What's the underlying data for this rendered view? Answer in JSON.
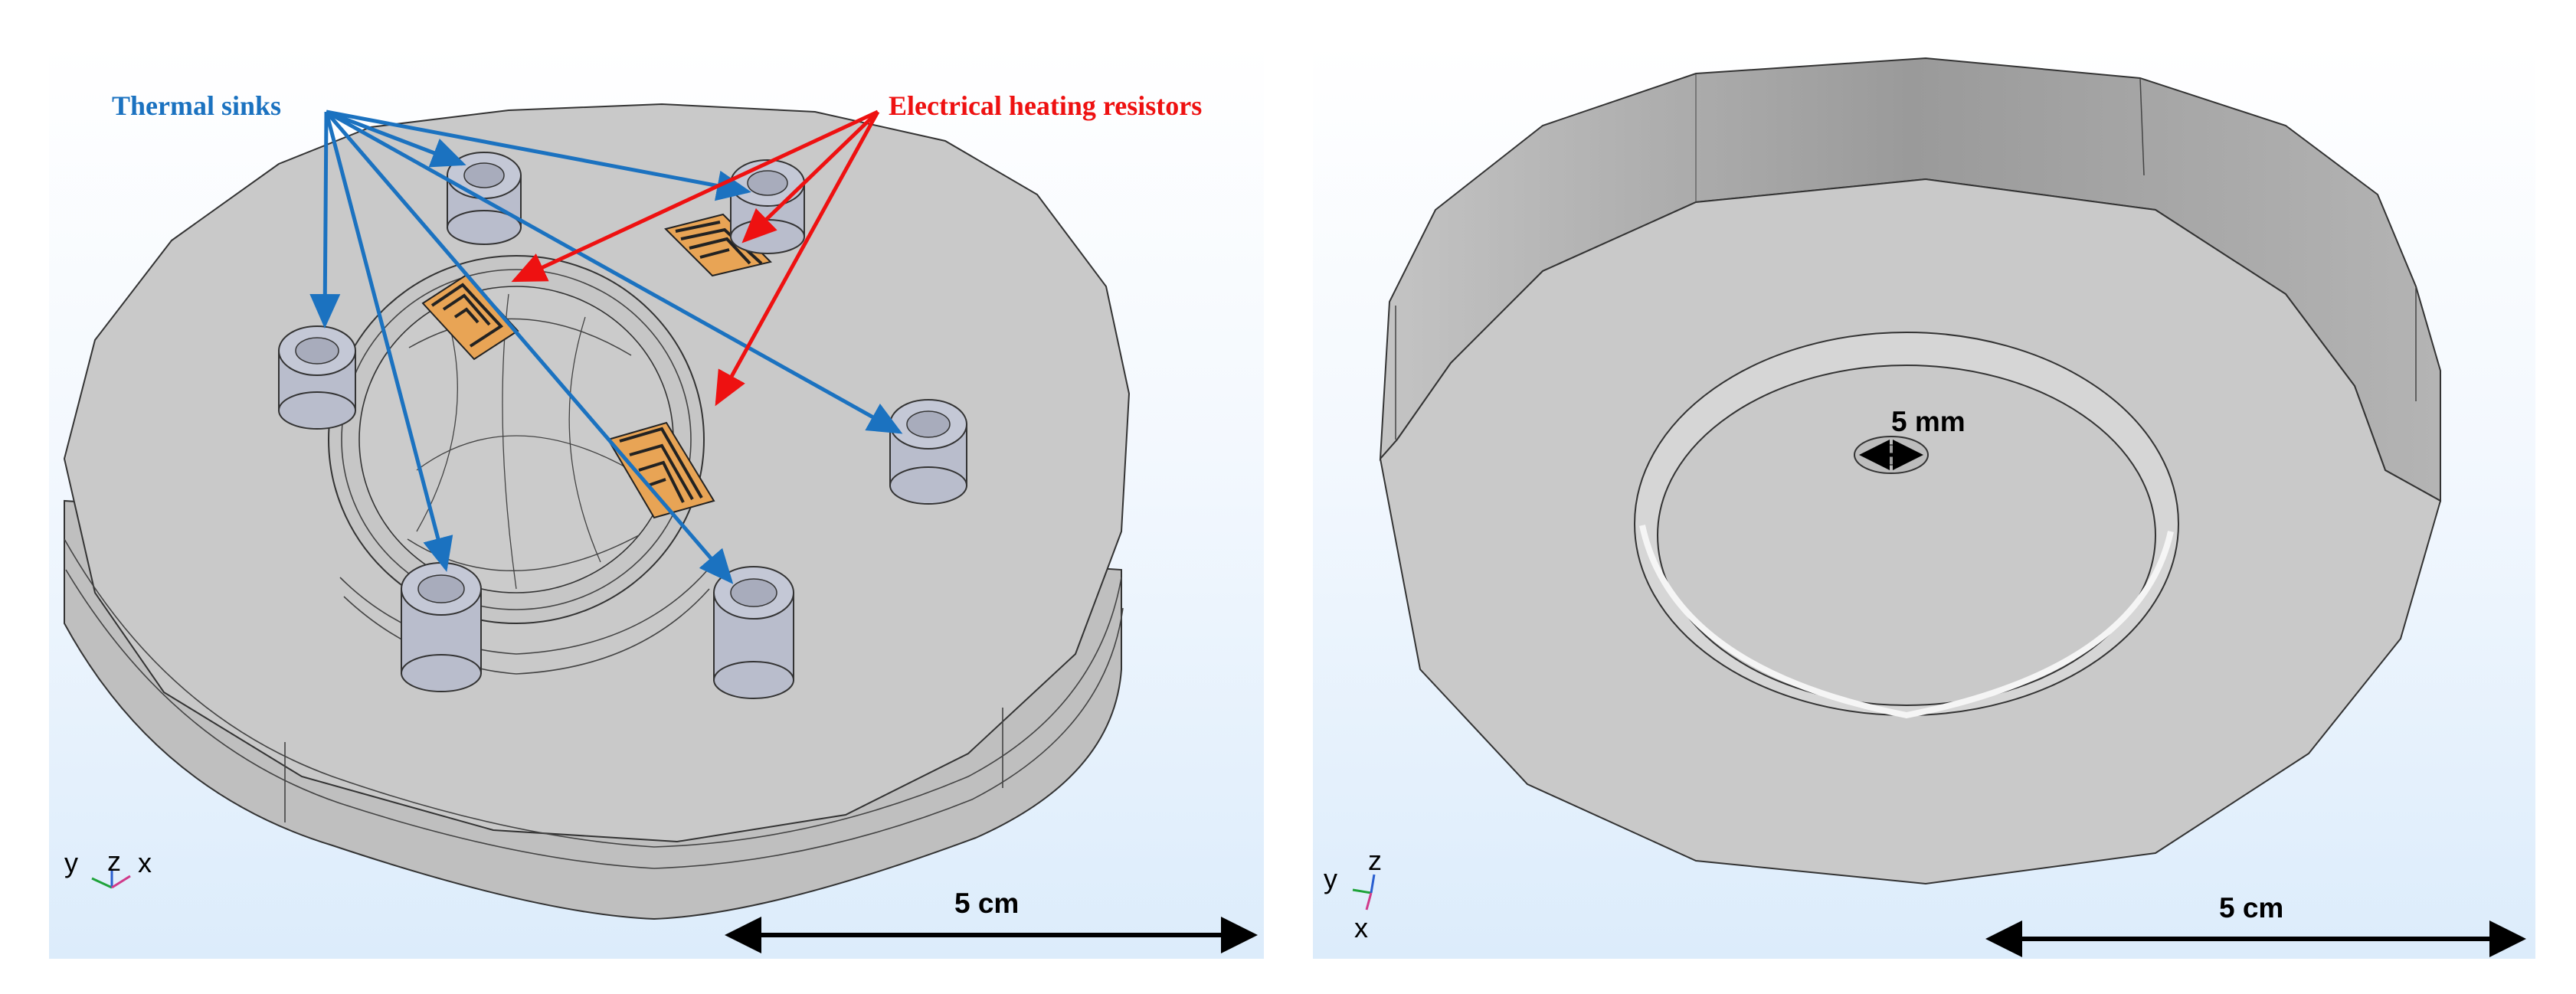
{
  "left_panel": {
    "callouts": {
      "thermal_sinks": "Thermal sinks",
      "heating_resistors": "Electrical heating resistors"
    },
    "scale_bar_label": "5 cm",
    "axes": {
      "x": "x",
      "y": "y",
      "z": "z"
    }
  },
  "right_panel": {
    "hole_label": "5 mm",
    "scale_bar_label": "5 cm",
    "axes": {
      "x": "x",
      "y": "y",
      "z": "z"
    }
  },
  "colors": {
    "thermal_sink_label": "#1b72c0",
    "resistor_label": "#ee1111",
    "body_gray": "#c8c8c8",
    "sink_gray": "#b9bdcc",
    "resistor_copper": "#e8a455",
    "background_gradient_bottom": "#dcecfb"
  }
}
